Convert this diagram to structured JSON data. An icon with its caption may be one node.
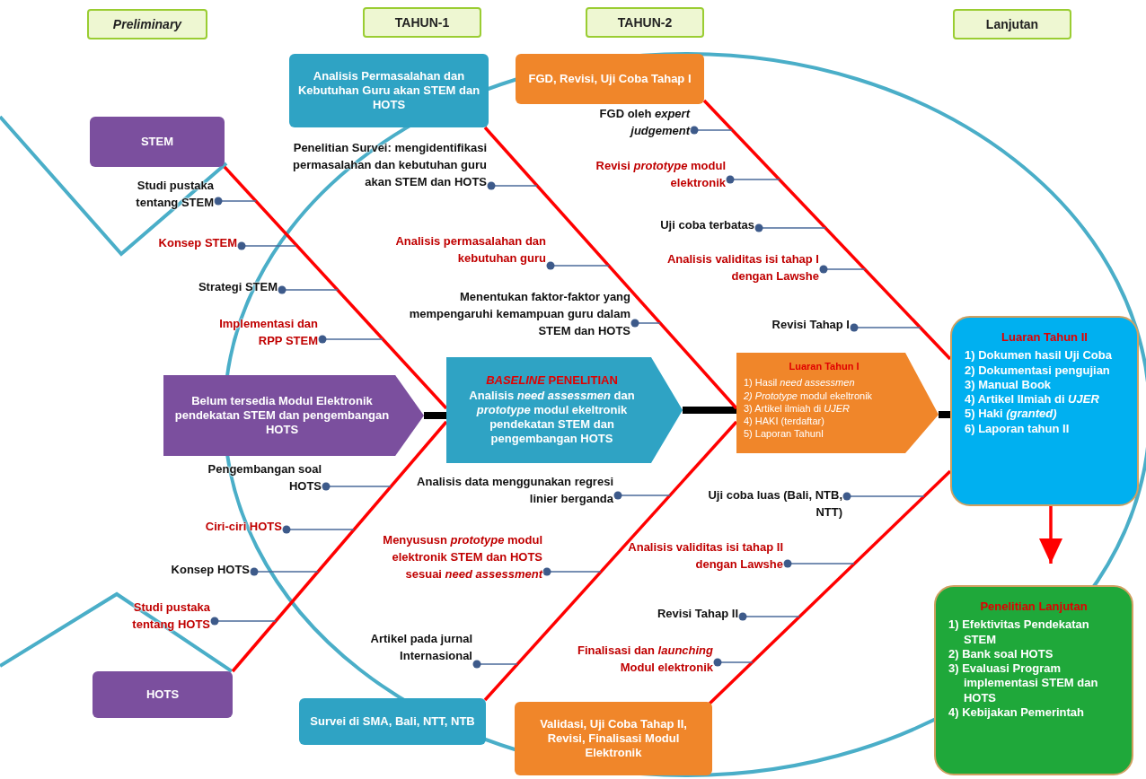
{
  "diagram": {
    "nodes": [
      {
        "text": [
          "Preliminary"
        ]
      },
      {
        "text": [
          "TAHUN-1"
        ]
      },
      {
        "text": [
          "TAHUN-2"
        ]
      },
      {
        "text": [
          "Lanjutan"
        ]
      },
      {
        "text": [
          "STEM"
        ]
      },
      {
        "text": [
          "HOTS"
        ]
      },
      {
        "text": [
          "Belum tersedia Modul Elektronik pendekatan STEM dan pengembangan HOTS"
        ]
      },
      {
        "text": [
          "Analisis Permasalahan dan Kebutuhan Guru akan STEM dan HOTS"
        ]
      },
      {
        "text": [
          "Survei di SMA, Bali, NTT, NTB"
        ]
      },
      {
        "text": [
          "*BASELINE* PENELITIAN",
          "Analisis *need assessmen* dan *prototype* modul ekeltronik pendekatan STEM dan pengembangan HOTS"
        ]
      },
      {
        "text": [
          "FGD, Revisi, Uji Coba Tahap I"
        ]
      },
      {
        "text": [
          "Validasi, Uji Coba Tahap II, Revisi, Finalisasi Modul Elektronik"
        ]
      },
      {
        "text": [
          "Luaran Tahun I",
          "1) Hasil *need assessmen*",
          "*2) Prototype* modul ekeltronik",
          "3) Artikel ilmiah di *UJER*",
          "4) HAKI (terdaftar)",
          "5) Laporan TahunI"
        ]
      },
      {
        "text": [
          "Luaran Tahun II",
          "1) Dokumen hasil Uji Coba",
          "2) Dokumentasi pengujian",
          "3) Manual Book",
          "4) Artikel Ilmiah di *UJER*",
          "5) Haki *(granted)*",
          "6) Laporan tahun II"
        ]
      },
      {
        "text": [
          "Penelitian Lanjutan",
          "1) Efektivitas Pendekatan STEM",
          "2) Bank soal HOTS",
          "3) Evaluasi Program implementasi STEM dan HOTS",
          "4) Kebijakan Pemerintah"
        ]
      },
      {
        "text": [
          "Studi pustaka tentang STEM"
        ]
      },
      {
        "text": [
          "Konsep STEM"
        ]
      },
      {
        "text": [
          "Strategi STEM"
        ]
      },
      {
        "text": [
          "Implementasi dan RPP STEM"
        ]
      },
      {
        "text": [
          "Pengembangan soal HOTS"
        ]
      },
      {
        "text": [
          "Ciri-ciri HOTS"
        ]
      },
      {
        "text": [
          "Konsep HOTS"
        ]
      },
      {
        "text": [
          "Studi pustaka tentang HOTS"
        ]
      },
      {
        "text": [
          "Penelitian Survei: mengidentifikasi permasalahan dan kebutuhan guru akan STEM dan HOTS"
        ]
      },
      {
        "text": [
          "Analisis permasalahan dan kebutuhan guru"
        ]
      },
      {
        "text": [
          "Menentukan faktor-faktor yang mempengaruhi kemampuan guru dalam STEM dan HOTS"
        ]
      },
      {
        "text": [
          "Analisis data menggunakan regresi linier berganda"
        ]
      },
      {
        "text": [
          "Menyususn *prototype* modul elektronik STEM dan HOTS sesuai *need assessment*"
        ]
      },
      {
        "text": [
          "Artikel pada jurnal Internasional"
        ]
      },
      {
        "text": [
          "FGD oleh *expert judgement*"
        ]
      },
      {
        "text": [
          "Revisi *prototype* modul elektronik"
        ]
      },
      {
        "text": [
          "Uji coba terbatas"
        ]
      },
      {
        "text": [
          "Analisis validitas isi tahap I dengan Lawshe"
        ]
      },
      {
        "text": [
          "Revisi Tahap I"
        ]
      },
      {
        "text": [
          "Uji coba luas (Bali, NTB, NTT)"
        ]
      },
      {
        "text": [
          "Analisis validitas isi tahap II dengan Lawshe"
        ]
      },
      {
        "text": [
          "Revisi Tahap II"
        ]
      },
      {
        "text": [
          "Finalisasi dan *launching* Modul elektronik"
        ]
      }
    ],
    "edges": [
      {
        "from": 6,
        "to": 9,
        "arrow": "none",
        "style": "thick",
        "color": "#000000"
      },
      {
        "from": 9,
        "to": 12,
        "arrow": "none",
        "style": "thick",
        "color": "#000000"
      },
      {
        "from": 12,
        "to": 13,
        "arrow": "none",
        "style": "thick",
        "color": "#000000"
      },
      {
        "from": 4,
        "to": 9,
        "arrow": "none",
        "style": "thick",
        "color": "#ff0000"
      },
      {
        "from": 5,
        "to": 9,
        "arrow": "none",
        "style": "thick",
        "color": "#ff0000"
      },
      {
        "from": 7,
        "to": 12,
        "arrow": "none",
        "style": "thick",
        "color": "#ff0000"
      },
      {
        "from": 8,
        "to": 12,
        "arrow": "none",
        "style": "thick",
        "color": "#ff0000"
      },
      {
        "from": 10,
        "to": 13,
        "arrow": "none",
        "style": "thick",
        "color": "#ff0000"
      },
      {
        "from": 11,
        "to": 13,
        "arrow": "none",
        "style": "thick",
        "color": "#ff0000"
      },
      {
        "from": 13,
        "to": 14,
        "arrow": "to",
        "style": "thick",
        "color": "#ff0000"
      },
      {
        "from": 15,
        "to": null,
        "arrow": "other"
      },
      {
        "from": 16,
        "to": null,
        "arrow": "other"
      },
      {
        "from": 17,
        "to": null,
        "arrow": "other"
      },
      {
        "from": 18,
        "to": null,
        "arrow": "other"
      },
      {
        "from": 19,
        "to": null,
        "arrow": "other"
      },
      {
        "from": 20,
        "to": null,
        "arrow": "other"
      },
      {
        "from": 21,
        "to": null,
        "arrow": "other"
      },
      {
        "from": 22,
        "to": null,
        "arrow": "other"
      },
      {
        "from": 23,
        "to": null,
        "arrow": "other"
      },
      {
        "from": 24,
        "to": null,
        "arrow": "other"
      },
      {
        "from": 25,
        "to": null,
        "arrow": "other"
      },
      {
        "from": 26,
        "to": null,
        "arrow": "other"
      },
      {
        "from": 27,
        "to": null,
        "arrow": "other"
      },
      {
        "from": 28,
        "to": null,
        "arrow": "other"
      },
      {
        "from": 29,
        "to": null,
        "arrow": "other"
      },
      {
        "from": 30,
        "to": null,
        "arrow": "other"
      },
      {
        "from": 31,
        "to": null,
        "arrow": "other"
      },
      {
        "from": 32,
        "to": null,
        "arrow": "other"
      },
      {
        "from": 33,
        "to": null,
        "arrow": "other"
      },
      {
        "from": 34,
        "to": null,
        "arrow": "other"
      },
      {
        "from": 35,
        "to": null,
        "arrow": "other"
      },
      {
        "from": 36,
        "to": null,
        "arrow": "other"
      },
      {
        "from": 37,
        "to": null,
        "arrow": "other"
      }
    ]
  }
}
